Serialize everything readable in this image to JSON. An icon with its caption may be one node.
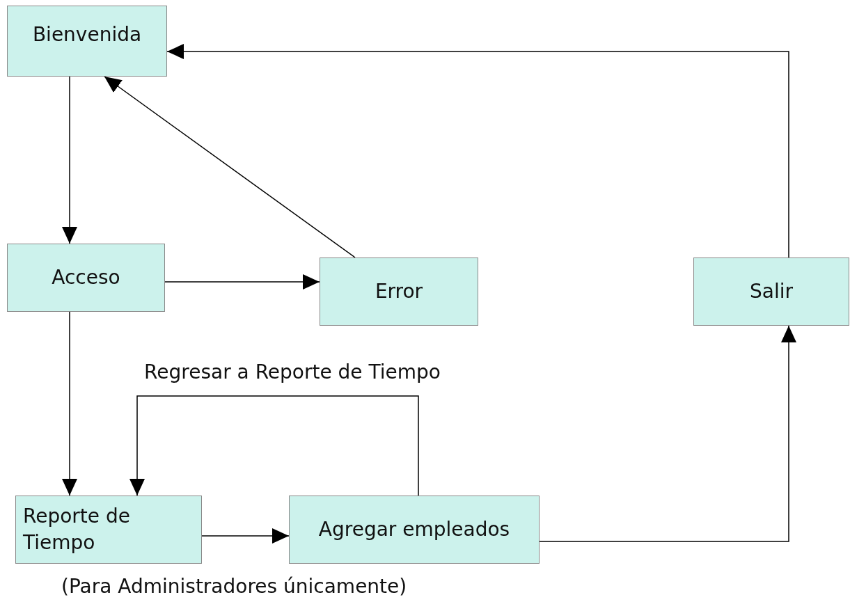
{
  "diagram": {
    "nodes": [
      {
        "text": [
          "Bienvenida"
        ]
      },
      {
        "text": [
          "Acceso"
        ]
      },
      {
        "text": [
          "Error"
        ]
      },
      {
        "text": [
          "Salir"
        ]
      },
      {
        "text": [
          "Reporte de Tiempo"
        ]
      },
      {
        "text": [
          "Agregar empleados"
        ]
      }
    ],
    "edges": [
      {
        "from": 0,
        "to": 1,
        "arrow": "to"
      },
      {
        "from": 2,
        "to": 0,
        "arrow": "to"
      },
      {
        "from": 1,
        "to": 2,
        "arrow": "to"
      },
      {
        "from": 1,
        "to": 4,
        "arrow": "to"
      },
      {
        "from": 5,
        "to": 4,
        "arrow": "to",
        "label": "Regresar a Reporte de Tiempo"
      },
      {
        "from": 4,
        "to": 5,
        "arrow": "to"
      },
      {
        "from": 5,
        "to": 3,
        "arrow": "to"
      },
      {
        "from": 3,
        "to": 0,
        "arrow": "to"
      }
    ],
    "labels": [
      "(Para Administradores únicamente)"
    ]
  }
}
